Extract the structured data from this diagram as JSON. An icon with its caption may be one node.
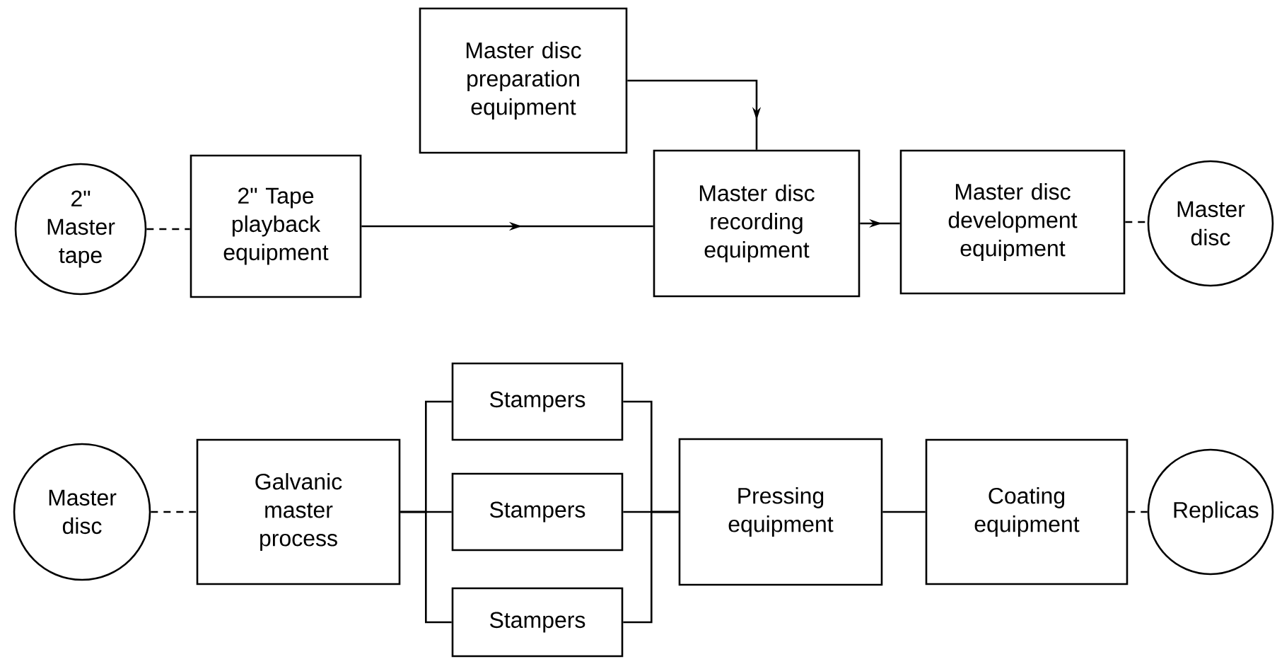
{
  "diagram": {
    "nodes": [
      {
        "text": [
          "2\" Master tape"
        ]
      },
      {
        "text": [
          "2\" Tape playback equipment"
        ]
      },
      {
        "text": [
          "Master disc preparation equipment"
        ]
      },
      {
        "text": [
          "Master disc recording equipment"
        ]
      },
      {
        "text": [
          "Master disc development equipment"
        ]
      },
      {
        "text": [
          "Master disc"
        ]
      },
      {
        "text": [
          "Master disc"
        ]
      },
      {
        "text": [
          "Galvanic master process"
        ]
      },
      {
        "text": [
          "Stampers"
        ]
      },
      {
        "text": [
          "Stampers"
        ]
      },
      {
        "text": [
          "Stampers"
        ]
      },
      {
        "text": [
          "Pressing equipment"
        ]
      },
      {
        "text": [
          "Coating equipment"
        ]
      },
      {
        "text": [
          "Replicas"
        ]
      }
    ],
    "edges": [
      {
        "from": 0,
        "to": 1,
        "arrow": "none",
        "style": "dashed"
      },
      {
        "from": 1,
        "to": 3,
        "arrow": "to"
      },
      {
        "from": 2,
        "to": 3,
        "arrow": "to"
      },
      {
        "from": 3,
        "to": 4,
        "arrow": "to"
      },
      {
        "from": 4,
        "to": 5,
        "arrow": "none",
        "style": "dashed"
      },
      {
        "from": 6,
        "to": 7,
        "arrow": "none",
        "style": "dashed"
      },
      {
        "from": 7,
        "to": 8,
        "arrow": "none"
      },
      {
        "from": 7,
        "to": 9,
        "arrow": "none"
      },
      {
        "from": 7,
        "to": 10,
        "arrow": "none"
      },
      {
        "from": 8,
        "to": 11,
        "arrow": "none"
      },
      {
        "from": 9,
        "to": 11,
        "arrow": "none"
      },
      {
        "from": 10,
        "to": 11,
        "arrow": "none"
      },
      {
        "from": 11,
        "to": 12,
        "arrow": "none"
      },
      {
        "from": 12,
        "to": 13,
        "arrow": "none",
        "style": "dashed"
      }
    ]
  }
}
